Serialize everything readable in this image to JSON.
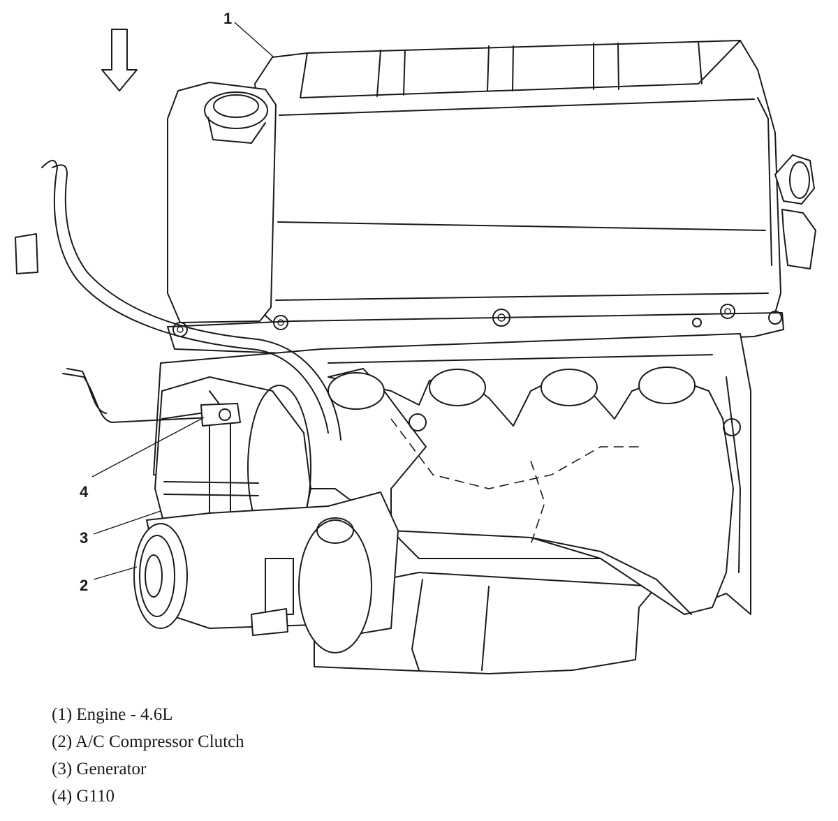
{
  "diagram": {
    "callouts": [
      {
        "id": "1",
        "label": "1"
      },
      {
        "id": "2",
        "label": "2"
      },
      {
        "id": "3",
        "label": "3"
      },
      {
        "id": "4",
        "label": "4"
      }
    ],
    "legend": [
      "(1) Engine - 4.6L",
      "(2) A/C Compressor Clutch",
      "(3) Generator",
      "(4) G110"
    ]
  }
}
